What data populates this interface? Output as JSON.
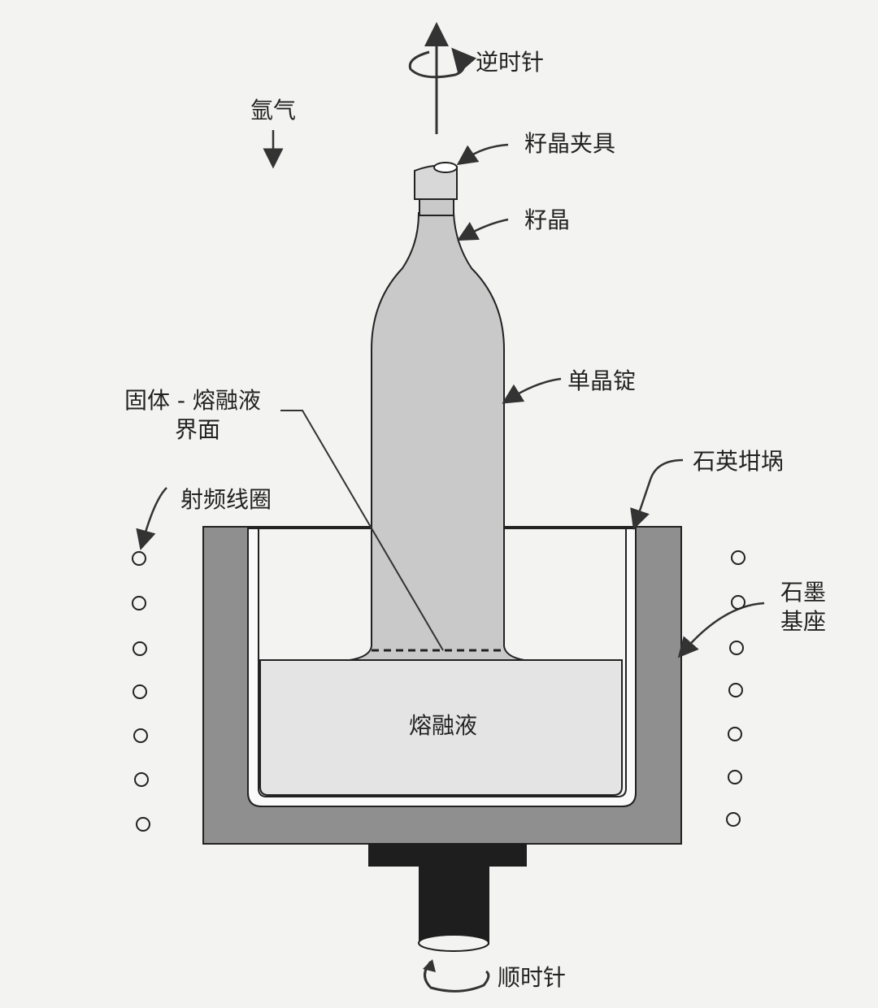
{
  "labels": {
    "counterclockwise": "逆时针",
    "argon": "氩气",
    "seed_holder": "籽晶夹具",
    "seed": "籽晶",
    "ingot": "单晶锭",
    "interface_line1": "固体 - 熔融液",
    "interface_line2": "界面",
    "quartz_crucible": "石英坩埚",
    "rf_coil": "射频线圈",
    "graphite_line1": "石墨",
    "graphite_line2": "基座",
    "melt": "熔融液",
    "clockwise": "顺时针"
  },
  "colors": {
    "graphite": "#8f8f8f",
    "crystal": "#c9c9c9",
    "melt": "#e4e4e4",
    "pedestal": "#1e1e1e"
  }
}
